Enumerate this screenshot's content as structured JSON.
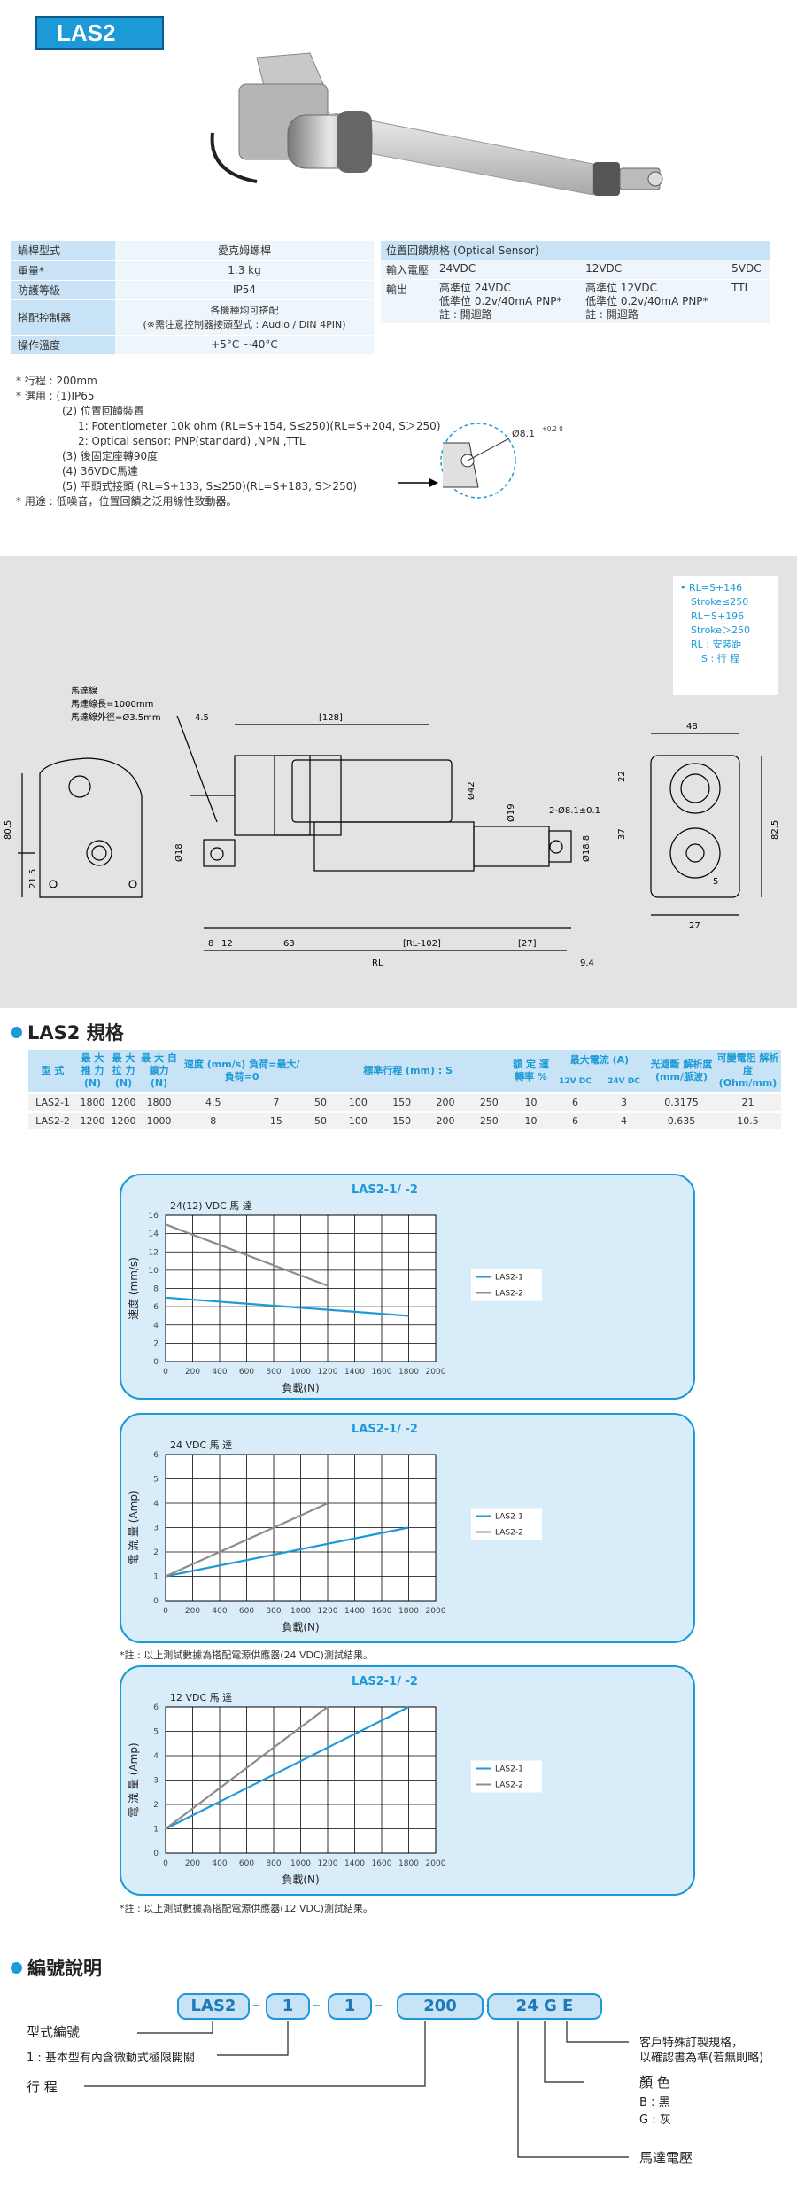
{
  "title": "LAS2",
  "spec": {
    "rows": [
      {
        "k": "蝸桿型式",
        "v": "愛克姆螺桿"
      },
      {
        "k": "重量*",
        "v": "1.3 kg"
      },
      {
        "k": "防護等級",
        "v": "IP54"
      },
      {
        "k": "搭配控制器",
        "v": "各機種均可搭配",
        "v2": "(※需注意控制器接頭型式 : Audio / DIN 4PIN)"
      },
      {
        "k": "操作溫度",
        "v": "+5°C ~40°C"
      }
    ]
  },
  "pos": {
    "title": "位置回饋規格 (Optical Sensor)",
    "in_label": "輸入電壓",
    "in": [
      "24VDC",
      "12VDC",
      "5VDC"
    ],
    "out_label": "輸出",
    "out1": [
      "高準位 24VDC",
      "低準位 0.2v/40mA PNP*",
      "註 : 開迴路"
    ],
    "out2": [
      "高準位 12VDC",
      "低準位 0.2v/40mA PNP*",
      "註 : 開迴路"
    ],
    "out3": "TTL"
  },
  "notes": [
    "* 行程 : 200mm",
    "* 選用 : (1)IP65",
    "(2) 位置回饋裝置",
    "1: Potentiometer 10k ohm (RL=S+154, S≤250)(RL=S+204, S＞250)",
    "2: Optical sensor: PNP(standard) ,NPN ,TTL",
    "(3) 後固定座轉90度",
    "(4) 36VDC馬達",
    "(5) 平頭式接頭 (RL=S+133, S≤250)(RL=S+183, S＞250)",
    "* 用途 : 低噪音，位置回饋之泛用線性致動器。"
  ],
  "hole_label": "Ø8.1",
  "hole_sup": "+0.2 0",
  "legend_box": [
    "• RL=S+146",
    "Stroke≤250",
    "RL=S+196",
    "Stroke＞250",
    "RL : 安裝距",
    "S : 行  程"
  ],
  "dims": {
    "motor": "馬達線",
    "motor_len": "馬達線長=1000mm",
    "motor_dia": "馬達線外徑=Ø3.5mm",
    "d128": "[128]",
    "d4_5": "4.5",
    "d80_5": "80.5",
    "d21_5": "21.5",
    "d42": "Ø42",
    "d19": "Ø19",
    "d18": "Ø18",
    "d18_8": "Ø18.8",
    "d2_8": "2-Ø8.1±0.1",
    "d8": "8",
    "d12": "12",
    "d63": "63",
    "drl102": "[RL-102]",
    "d27b": "[27]",
    "rl": "RL",
    "d9_4": "9.4",
    "d48": "48",
    "d22": "22",
    "d37": "37",
    "d82_5": "82.5",
    "d27": "27",
    "d5": "5"
  },
  "spec_title": "LAS2 規格",
  "model_table": {
    "headers": [
      "型 式",
      "最 大 推 力 (N)",
      "最 大 拉 力 (N)",
      "最 大 自鎖力 (N)",
      "速度 (mm/s) 負荷=最大/負荷=0",
      "標準行程 (mm) : S",
      "額 定 運轉率 %",
      "最大電流 (A)",
      "光遮斷 解析度 (mm/脈波)",
      "可變電阻 解析度 (Ohm/mm)"
    ],
    "sub": [
      "12V DC",
      "24V DC"
    ],
    "rows": [
      [
        "LAS2-1",
        "1800",
        "1200",
        "1800",
        "4.5",
        "7",
        "50",
        "100",
        "150",
        "200",
        "250",
        "10",
        "6",
        "3",
        "0.3175",
        "21"
      ],
      [
        "LAS2-2",
        "1200",
        "1200",
        "1000",
        "8",
        "15",
        "50",
        "100",
        "150",
        "200",
        "250",
        "10",
        "6",
        "4",
        "0.635",
        "10.5"
      ]
    ]
  },
  "chart_data": [
    {
      "type": "line",
      "title": "LAS2-1/ -2",
      "subtitle": "24(12) VDC 馬 達",
      "xlabel": "負載(N)",
      "ylabel": "速度 (mm/s)",
      "xlim": [
        0,
        2000
      ],
      "ylim": [
        0,
        16
      ],
      "xticks": [
        0,
        200,
        400,
        600,
        800,
        1000,
        1200,
        1400,
        1600,
        1800,
        2000
      ],
      "yticks": [
        0,
        2,
        4,
        6,
        8,
        10,
        12,
        14,
        16
      ],
      "grid": true,
      "legend": "right",
      "series": [
        {
          "name": "LAS2-1",
          "color": "#1c9ad8",
          "x": [
            0,
            1800
          ],
          "y": [
            7,
            5
          ]
        },
        {
          "name": "LAS2-2",
          "color": "#8c8c8c",
          "x": [
            0,
            1200
          ],
          "y": [
            15,
            8.3
          ]
        }
      ]
    },
    {
      "type": "line",
      "title": "LAS2-1/ -2",
      "subtitle": "24 VDC 馬 達",
      "xlabel": "負載(N)",
      "ylabel": "電 流 量 (Amp)",
      "xlim": [
        0,
        2000
      ],
      "ylim": [
        0,
        6
      ],
      "xticks": [
        0,
        200,
        400,
        600,
        800,
        1000,
        1200,
        1400,
        1600,
        1800,
        2000
      ],
      "yticks": [
        0,
        1,
        2,
        3,
        4,
        5,
        6
      ],
      "grid": true,
      "legend": "right",
      "series": [
        {
          "name": "LAS2-1",
          "color": "#1c9ad8",
          "x": [
            0,
            1800
          ],
          "y": [
            1,
            3
          ]
        },
        {
          "name": "LAS2-2",
          "color": "#8c8c8c",
          "x": [
            0,
            1200
          ],
          "y": [
            1,
            4
          ]
        }
      ]
    },
    {
      "type": "line",
      "title": "LAS2-1/ -2",
      "subtitle": "12 VDC 馬 達",
      "xlabel": "負載(N)",
      "ylabel": "電 流 量 (Amp)",
      "xlim": [
        0,
        2000
      ],
      "ylim": [
        0,
        6
      ],
      "xticks": [
        0,
        200,
        400,
        600,
        800,
        1000,
        1200,
        1400,
        1600,
        1800,
        2000
      ],
      "yticks": [
        0,
        1,
        2,
        3,
        4,
        5,
        6
      ],
      "grid": true,
      "legend": "right",
      "series": [
        {
          "name": "LAS2-1",
          "color": "#1c9ad8",
          "x": [
            0,
            1800
          ],
          "y": [
            1,
            6
          ]
        },
        {
          "name": "LAS2-2",
          "color": "#8c8c8c",
          "x": [
            0,
            1200
          ],
          "y": [
            1,
            6
          ]
        }
      ]
    }
  ],
  "foot1": "*註 : 以上測試數據為搭配電源供應器(24 VDC)測試結果。",
  "foot2": "*註 : 以上測試數據為搭配電源供應器(12 VDC)測試結果。",
  "code_title": "編號說明",
  "codes": [
    "LAS2",
    "1",
    "1",
    "200",
    "24 G E"
  ],
  "code_labels": {
    "model": "型式編號",
    "l1": "1 : 基本型有內含微動式極限開關",
    "stroke": "行 程",
    "custom1": "客戶特殊訂製規格，",
    "custom2": "以確認書為準(若無則略)",
    "color": "顏 色",
    "black": "B : 黑",
    "gray": "G : 灰",
    "volt": "馬達電壓"
  }
}
